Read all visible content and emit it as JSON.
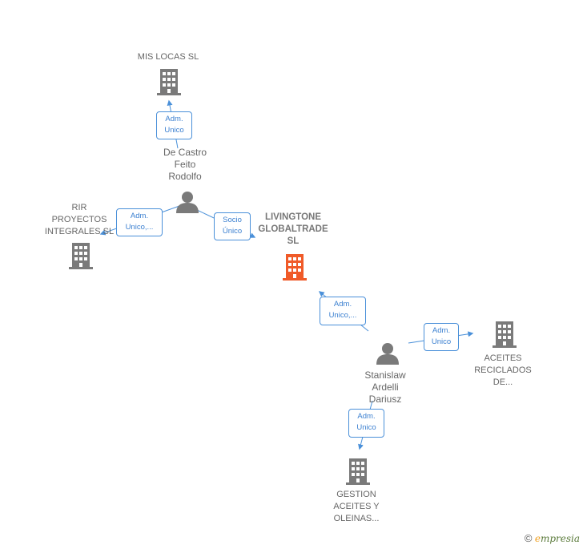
{
  "nodes": {
    "mis_locas": {
      "label": "MIS LOCAS  SL",
      "type": "company"
    },
    "rir": {
      "label": "RIR\nPROYECTOS\nINTEGRALES SL",
      "type": "company"
    },
    "livingtone": {
      "label": "LIVINGTONE\nGLOBALTRADE\nSL",
      "type": "company-main"
    },
    "aceites": {
      "label": "ACEITES\nRECICLADOS\nDE...",
      "type": "company"
    },
    "gestion": {
      "label": "GESTION\nACEITES Y\nOLEINAS...",
      "type": "company"
    },
    "de_castro": {
      "label": "De Castro\nFeito\nRodolfo",
      "type": "person"
    },
    "stanislaw": {
      "label": "Stanislaw\nArdelli\nDariusz",
      "type": "person"
    }
  },
  "edges": {
    "e1": {
      "label": "Adm.\nUnico"
    },
    "e2": {
      "label": "Adm.\nUnico,..."
    },
    "e3": {
      "label": "Socio\nÚnico"
    },
    "e4": {
      "label": "Adm.\nUnico,..."
    },
    "e5": {
      "label": "Adm.\nUnico"
    },
    "e6": {
      "label": "Adm.\nUnico"
    }
  },
  "colors": {
    "company": "#7a7a7a",
    "company_main": "#f05a28",
    "person": "#7a7a7a",
    "edge": "#4a90d9"
  },
  "footer": {
    "copyright": "©",
    "brand_initial": "e",
    "brand_rest": "mpresia"
  }
}
